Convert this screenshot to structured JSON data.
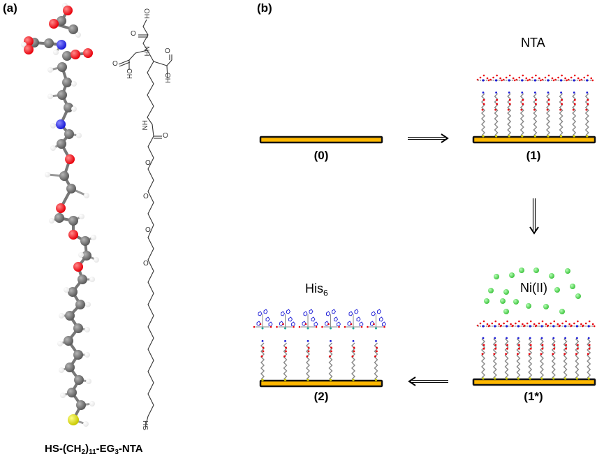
{
  "figure": {
    "panel_a": {
      "label": "(a)",
      "formula": {
        "part1": "HS-(CH",
        "sub1": "2",
        "part2": ")",
        "sub2": "11",
        "part3": "-EG",
        "sub3": "3",
        "part4": "-NTA"
      },
      "skeletal_labels": {
        "oh_top": "OH",
        "o_top": "O",
        "nh": "NH",
        "o_left": "O",
        "oh_left": "OH",
        "o_right": "O",
        "oh_right": "OH",
        "hn": "HN",
        "o_amide": "O",
        "o_eg1": "O",
        "o_eg2": "O",
        "o_eg3": "O",
        "o_eg4": "O",
        "hs": "HS"
      }
    },
    "panel_b": {
      "label": "(b)",
      "steps": [
        {
          "id": "0",
          "label": "(0)"
        },
        {
          "id": "1",
          "label": "(1)",
          "reagent": "NTA"
        },
        {
          "id": "1star",
          "label": "(1*)",
          "reagent": "Ni(II)"
        },
        {
          "id": "2",
          "label": "(2)",
          "reagent": "His",
          "reagent_sub": "6"
        }
      ]
    },
    "colors": {
      "gold": "#FFB800",
      "carbon": "#5a5a5a",
      "oxygen": "#e8000b",
      "nitrogen": "#1a1ad6",
      "hydrogen": "#e6e6e6",
      "sulfur": "#c8c800",
      "nickel": "#3fc43f"
    }
  }
}
